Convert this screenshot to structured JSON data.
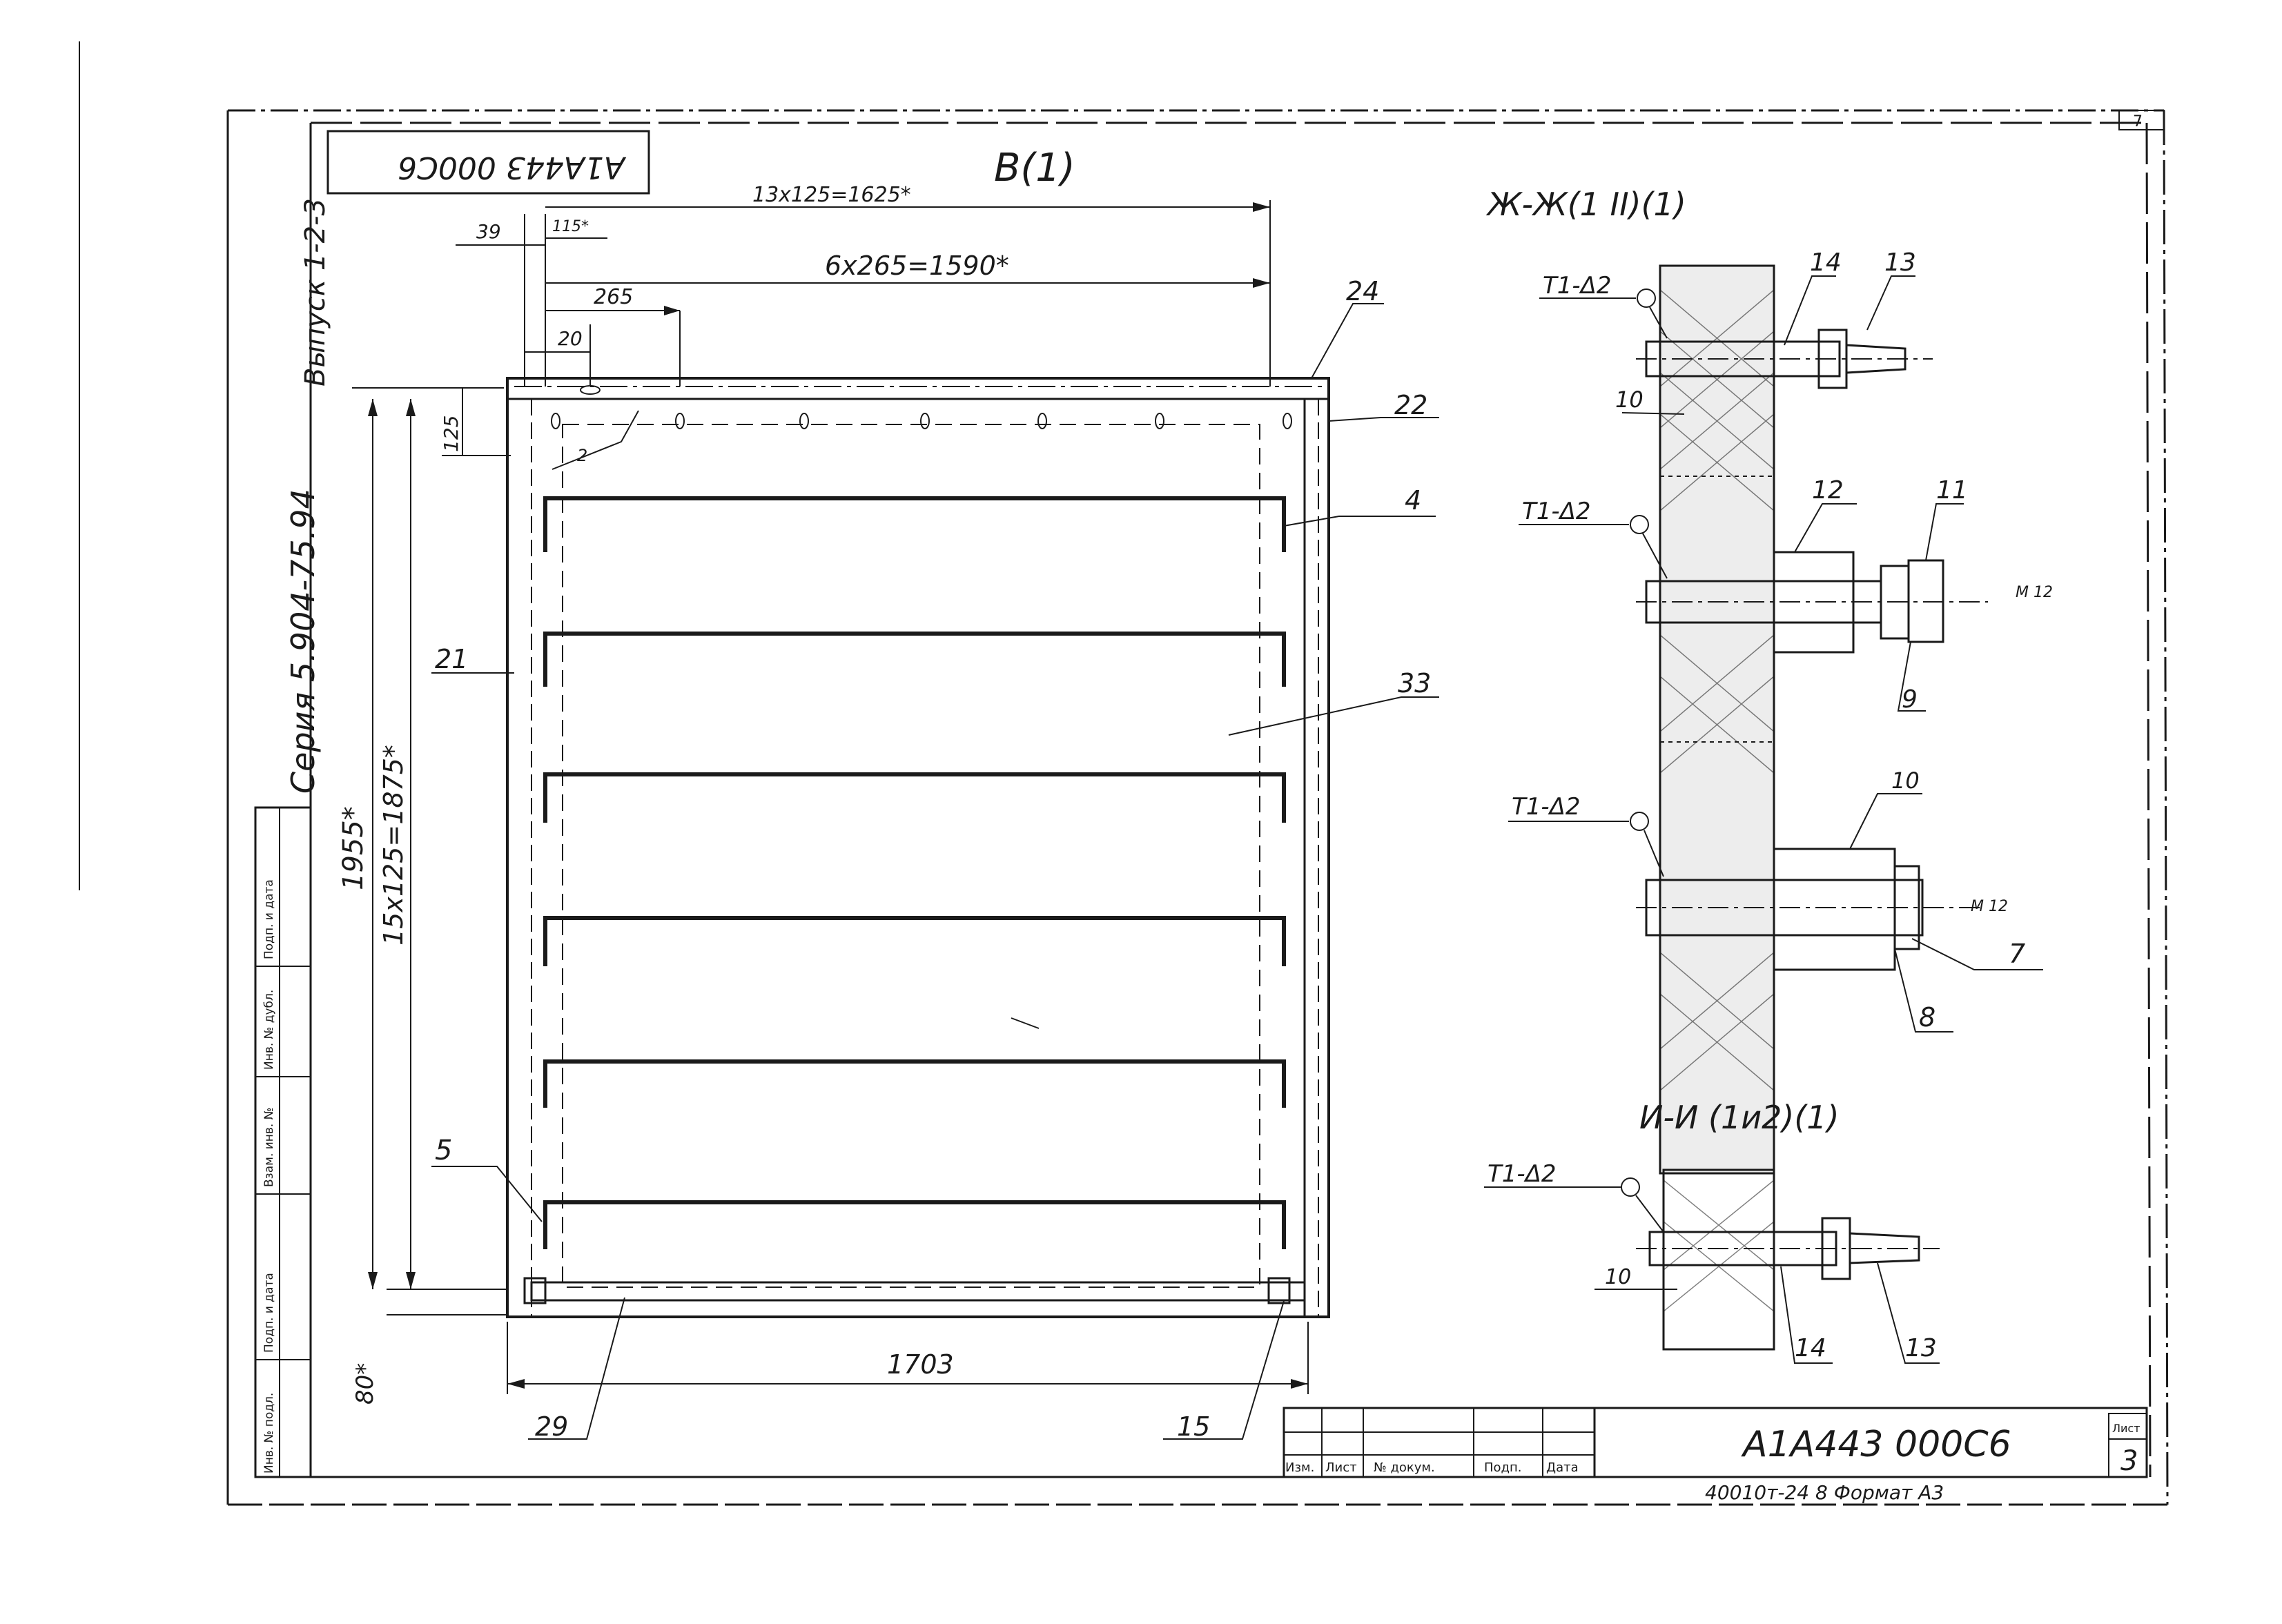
{
  "stamp_code": "А1А443 000С6",
  "sheet_number": "7",
  "series_text": "Серия 5.904-75.94",
  "issue_text": "Выпуск 1-2-3",
  "view_label": "В(1)",
  "dimensions": {
    "top_overall": "13x125=1625*",
    "top_holes": "6x265=1590*",
    "dim_39": "39",
    "dim_115": "115*",
    "dim_265": "265",
    "dim_20": "20",
    "dim_125": "125",
    "dim_2": "2",
    "height_total": "1955*",
    "height_pitch": "15x125=1875*",
    "bottom_80": "80*",
    "width_1703": "1703"
  },
  "positions": {
    "p24": "24",
    "p22": "22",
    "p4": "4",
    "p21": "21",
    "p33": "33",
    "p5": "5",
    "p29": "29",
    "p15": "15"
  },
  "section_zh": {
    "title": "Ж-Ж(1 II)(1)",
    "weld_1": "Т1-Δ2",
    "weld_2": "Т1-Δ2",
    "weld_3": "Т1-Δ2",
    "p14": "14",
    "p13": "13",
    "p10a": "10",
    "p12": "12",
    "p11": "11",
    "p9": "9",
    "p10b": "10",
    "p7": "7",
    "p8": "8",
    "note_a": "М 12",
    "note_b": "М 12"
  },
  "section_i": {
    "title": "И-И (1и2)(1)",
    "weld": "Т1-Δ2",
    "p10": "10",
    "p14": "14",
    "p13": "13"
  },
  "title_block": {
    "doc_code": "А1А443 000С6",
    "sheet_label": "Лист",
    "sheet_value": "3",
    "col_izm": "Изм.",
    "col_list": "Лист",
    "col_doc": "№ докум.",
    "col_sign": "Подп.",
    "col_date": "Дата",
    "format_note": "40010т-24  8    Формат А3"
  },
  "side_stamp": {
    "inv_orig": "Инв. № подл.",
    "sign_date_1": "Подп. и дата",
    "vzam": "Взам. инв. №",
    "inv_dubl": "Инв. № дубл.",
    "sign_date_2": "Подп. и дата"
  }
}
